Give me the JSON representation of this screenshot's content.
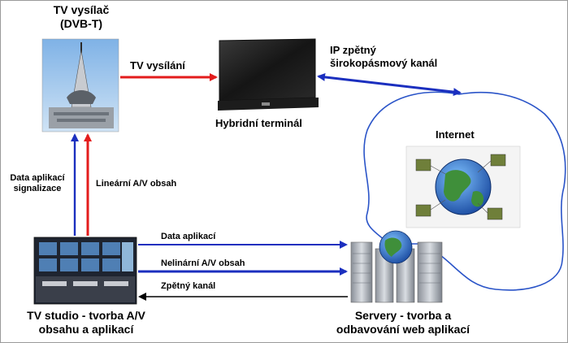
{
  "nodes": {
    "transmitter": {
      "line1": "TV vysílač",
      "line2": "(DVB-T)"
    },
    "terminal": {
      "label": "Hybridní terminál"
    },
    "internet": {
      "label": "Internet"
    },
    "studio": {
      "line1": "TV studio - tvorba A/V",
      "line2": "obsahu a aplikací"
    },
    "servers": {
      "line1": "Servery - tvorba a",
      "line2": "odbavování web aplikací"
    }
  },
  "edges": {
    "broadcast": {
      "label": "TV vysílání",
      "color": "#e31c1c"
    },
    "ip_channel": {
      "line1": "IP zpětný",
      "line2": "širokopásmový kanál",
      "color": "#1b2fbf"
    },
    "signaling": {
      "line1": "Data aplikací",
      "line2": "signalizace",
      "color": "#1b2fbf"
    },
    "linear_av": {
      "label": "Lineární A/V obsah",
      "color": "#e31c1c"
    },
    "app_data": {
      "label": "Data aplikací",
      "color": "#1b2fbf"
    },
    "nonlinear_av": {
      "label": "Nelinární A/V obsah",
      "color": "#1b2fbf"
    },
    "return_channel": {
      "label": "Zpětný kanál",
      "color": "#000000"
    }
  },
  "colors": {
    "red": "#e31c1c",
    "blue": "#1b2fbf",
    "cloud": "#2a54c8"
  }
}
